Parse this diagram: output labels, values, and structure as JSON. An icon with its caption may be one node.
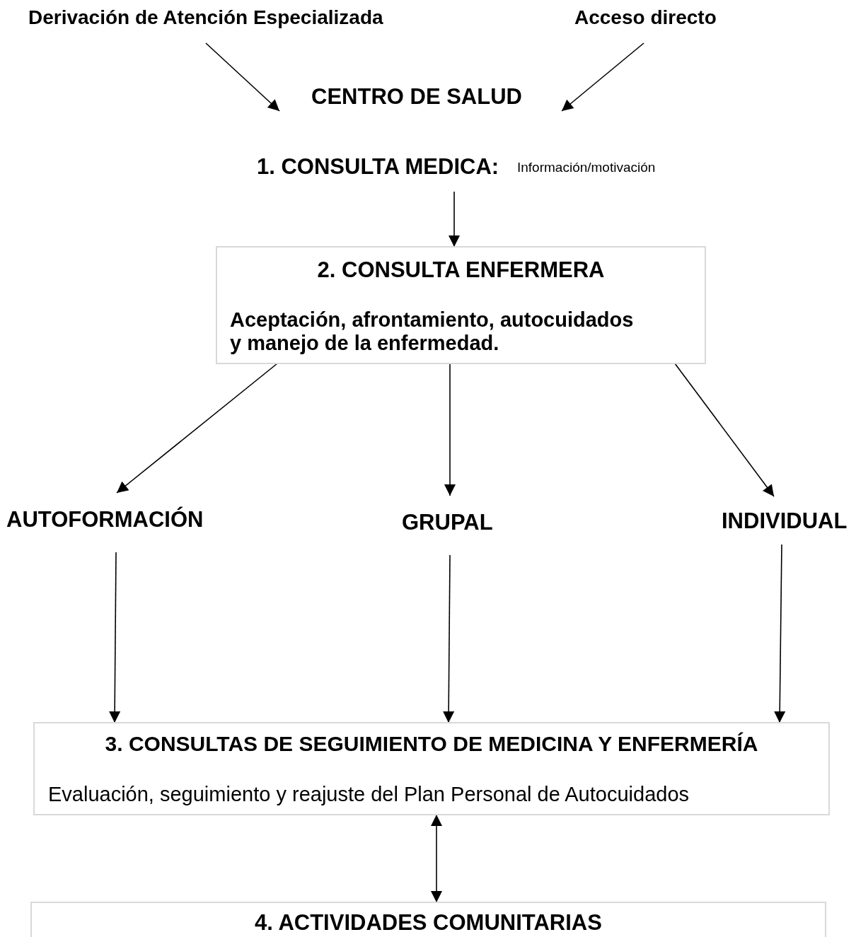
{
  "diagram": {
    "nodes": [
      {
        "text": [
          "Derivación de Atención Especializada"
        ]
      },
      {
        "text": [
          "Acceso directo"
        ]
      },
      {
        "text": [
          "CENTRO DE SALUD"
        ]
      },
      {
        "text": [
          "1. CONSULTA MEDICA:",
          "Información/motivación"
        ]
      },
      {
        "text": [
          "2. CONSULTA ENFERMERA",
          "Aceptación, afrontamiento, autocuidados y manejo de la enfermedad."
        ]
      },
      {
        "text": [
          "AUTOFORMACIÓN"
        ]
      },
      {
        "text": [
          "GRUPAL"
        ]
      },
      {
        "text": [
          "INDIVIDUAL"
        ]
      },
      {
        "text": [
          "3. CONSULTAS DE SEGUIMIENTO DE MEDICINA Y ENFERMERÍA",
          "Evaluación, seguimiento y reajuste del Plan Personal de Autocuidados"
        ]
      },
      {
        "text": [
          "4. ACTIVIDADES COMUNITARIAS"
        ]
      }
    ],
    "edges": [
      {
        "from": 0,
        "to": 2,
        "arrow": "to"
      },
      {
        "from": 1,
        "to": 2,
        "arrow": "to"
      },
      {
        "from": 3,
        "to": 4,
        "arrow": "to"
      },
      {
        "from": 4,
        "to": 5,
        "arrow": "to"
      },
      {
        "from": 4,
        "to": 6,
        "arrow": "to"
      },
      {
        "from": 4,
        "to": 7,
        "arrow": "to"
      },
      {
        "from": 5,
        "to": 8,
        "arrow": "to"
      },
      {
        "from": 6,
        "to": 8,
        "arrow": "to"
      },
      {
        "from": 7,
        "to": 8,
        "arrow": "to"
      },
      {
        "from": 8,
        "to": 9,
        "arrow": "both"
      }
    ]
  }
}
